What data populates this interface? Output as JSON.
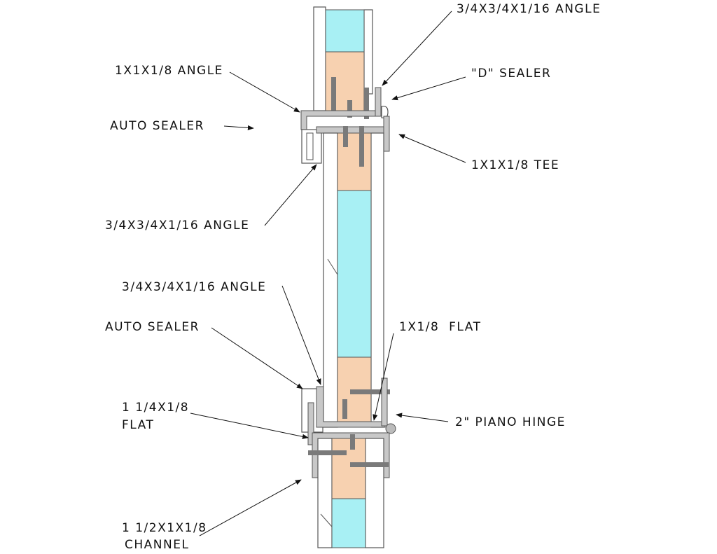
{
  "colors": {
    "glass": "#a8f0f4",
    "wood": "#f7d1b0",
    "steel": "#c8c8c8",
    "bolt": "#7a7a7a",
    "frame": "#ffffff",
    "line": "#444444"
  },
  "labels": {
    "angle_top_right": "3/4X3/4X1/16 ANGLE",
    "angle_1x1": "1X1X1/8 ANGLE",
    "d_sealer": "\"D\" SEALER",
    "auto_sealer_top": "AUTO SEALER",
    "tee": "1X1X1/8 TEE",
    "angle_left_mid": "3/4X3/4X1/16 ANGLE",
    "angle_left_low": "3/4X3/4X1/16 ANGLE",
    "flat_1x1": "1X1/8  FLAT",
    "auto_sealer_low": "AUTO SEALER",
    "flat_114_line1": "1 1/4X1/8",
    "flat_114_line2": "FLAT",
    "piano_hinge": "2\" PIANO HINGE",
    "channel_line1": "1 1/2X1X1/8",
    "channel_line2": "CHANNEL"
  }
}
